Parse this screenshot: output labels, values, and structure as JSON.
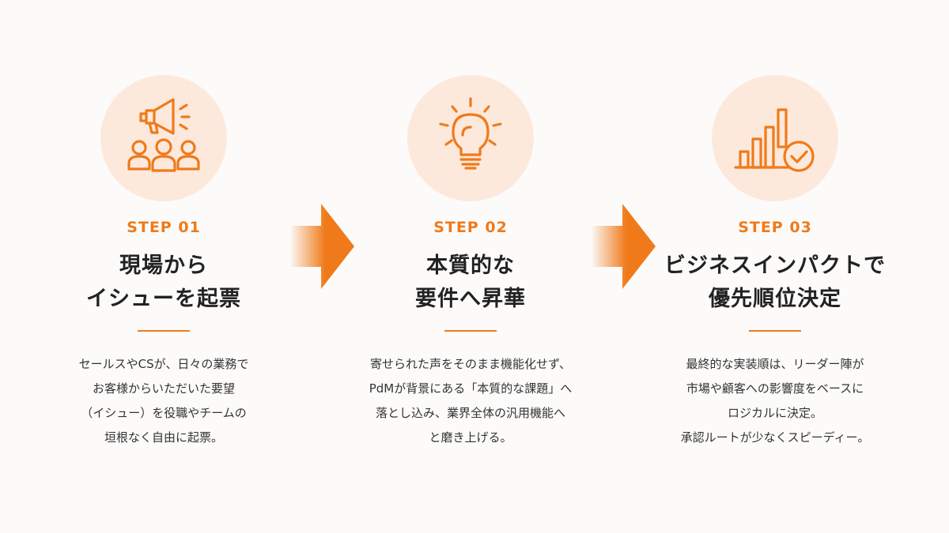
{
  "steps": [
    {
      "label": "STEP 01",
      "icon": "megaphone-people-icon",
      "title_lines": [
        "現場から",
        "イシューを起票"
      ],
      "desc_lines": [
        "セールスやCSが、日々の業務で",
        "お客様からいただいた要望",
        "（イシュー）を役職やチームの",
        "垣根なく自由に起票。"
      ]
    },
    {
      "label": "STEP 02",
      "icon": "lightbulb-icon",
      "title_lines": [
        "本質的な",
        "要件へ昇華"
      ],
      "desc_lines": [
        "寄せられた声をそのまま機能化せず、",
        "PdMが背景にある「本質的な課題」へ",
        "落とし込み、業界全体の汎用機能へ",
        "と磨き上げる。"
      ]
    },
    {
      "label": "STEP 03",
      "icon": "bar-chart-check-icon",
      "title_lines": [
        "ビジネスインパクトで",
        "優先順位決定"
      ],
      "desc_lines": [
        "最終的な実装順は、リーダー陣が",
        "市場や顧客への影響度をベースに",
        "ロジカルに決定。",
        "承認ルートが少なくスピーディー。"
      ]
    }
  ],
  "colors": {
    "accent": "#f07a1a",
    "icon_circle": "#fde9dc",
    "text": "#222222",
    "background": "#fcfbfa"
  },
  "connectors": [
    "arrow-right-icon",
    "arrow-right-icon"
  ]
}
